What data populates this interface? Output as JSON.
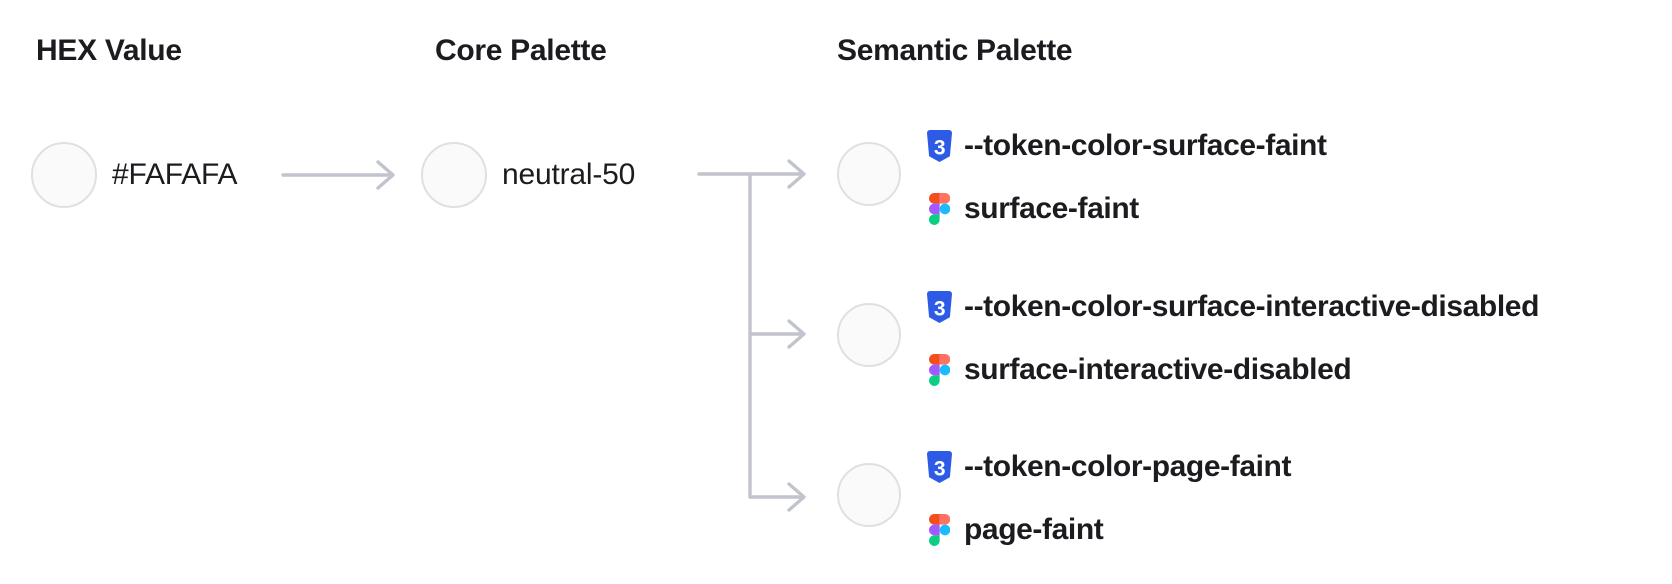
{
  "headings": {
    "hex": "HEX Value",
    "core": "Core Palette",
    "semantic": "Semantic Palette"
  },
  "hex_value": {
    "label": "#FAFAFA",
    "swatch_color": "#FAFAFA"
  },
  "core_token": {
    "label": "neutral-50",
    "swatch_color": "#FAFAFA"
  },
  "semantic_tokens": [
    {
      "css_variable": "--token-color-surface-faint",
      "figma_name": "surface-faint",
      "swatch_color": "#FAFAFA"
    },
    {
      "css_variable": "--token-color-surface-interactive-disabled",
      "figma_name": "surface-interactive-disabled",
      "swatch_color": "#FAFAFA"
    },
    {
      "css_variable": "--token-color-page-faint",
      "figma_name": "page-faint",
      "swatch_color": "#FAFAFA"
    }
  ],
  "colors": {
    "text": "#1b1c1f",
    "arrow": "#c1c4cc",
    "swatch_fill": "#fafafa",
    "swatch_border": "#dee0e5",
    "css_blue": "#2e5be5",
    "figma_orange": "#F24E1E",
    "figma_salmon": "#FF7262",
    "figma_purple": "#A259FF",
    "figma_blue": "#1ABCFE",
    "figma_green": "#0ACF83"
  }
}
